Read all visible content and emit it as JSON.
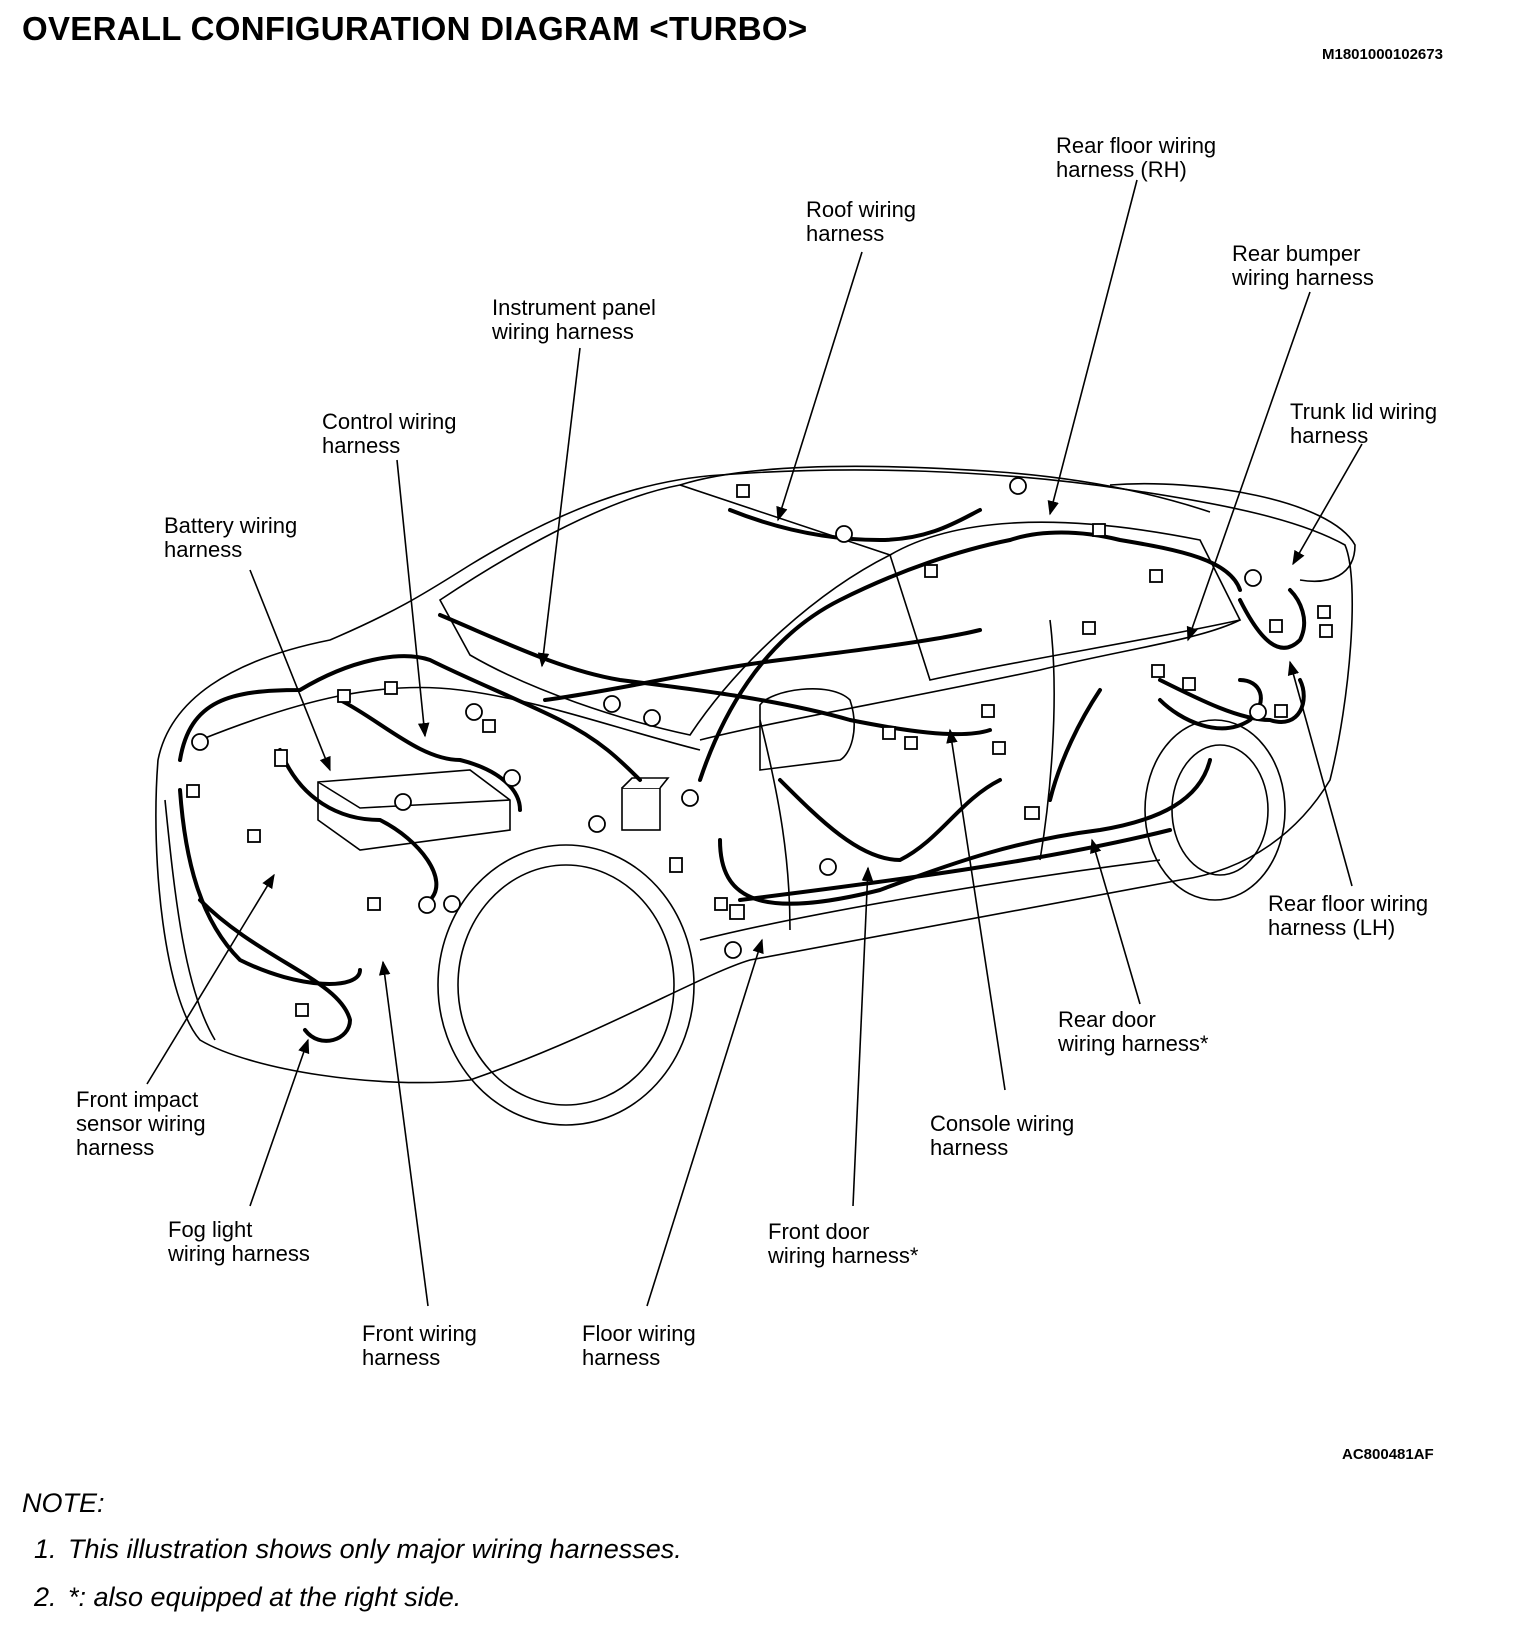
{
  "header": {
    "title": "OVERALL CONFIGURATION DIAGRAM <TURBO>",
    "doc_id": "M1801000102673"
  },
  "labels": {
    "rear_floor_rh": [
      "Rear floor wiring",
      "harness (RH)"
    ],
    "roof": [
      "Roof wiring",
      "harness"
    ],
    "rear_bumper": [
      "Rear bumper",
      "wiring harness"
    ],
    "instrument_panel": [
      "Instrument panel",
      "wiring harness"
    ],
    "trunk_lid": [
      "Trunk lid wiring",
      "harness"
    ],
    "control": [
      "Control wiring",
      "harness"
    ],
    "battery": [
      "Battery wiring",
      "harness"
    ],
    "rear_floor_lh": [
      "Rear floor wiring",
      "harness (LH)"
    ],
    "rear_door": [
      "Rear door",
      "wiring harness*"
    ],
    "front_impact": [
      "Front impact",
      "sensor wiring",
      "harness"
    ],
    "console": [
      "Console wiring",
      "harness"
    ],
    "fog_light": [
      "Fog light",
      "wiring harness"
    ],
    "front_door": [
      "Front door",
      "wiring harness*"
    ],
    "front": [
      "Front wiring",
      "harness"
    ],
    "floor": [
      "Floor wiring",
      "harness"
    ]
  },
  "figure_id": "AC800481AF",
  "notes": {
    "heading": "NOTE:",
    "items": [
      {
        "num": "1.",
        "text": "This illustration shows only major wiring harnesses."
      },
      {
        "num": "2.",
        "text": "*: also equipped at the right side."
      }
    ]
  }
}
